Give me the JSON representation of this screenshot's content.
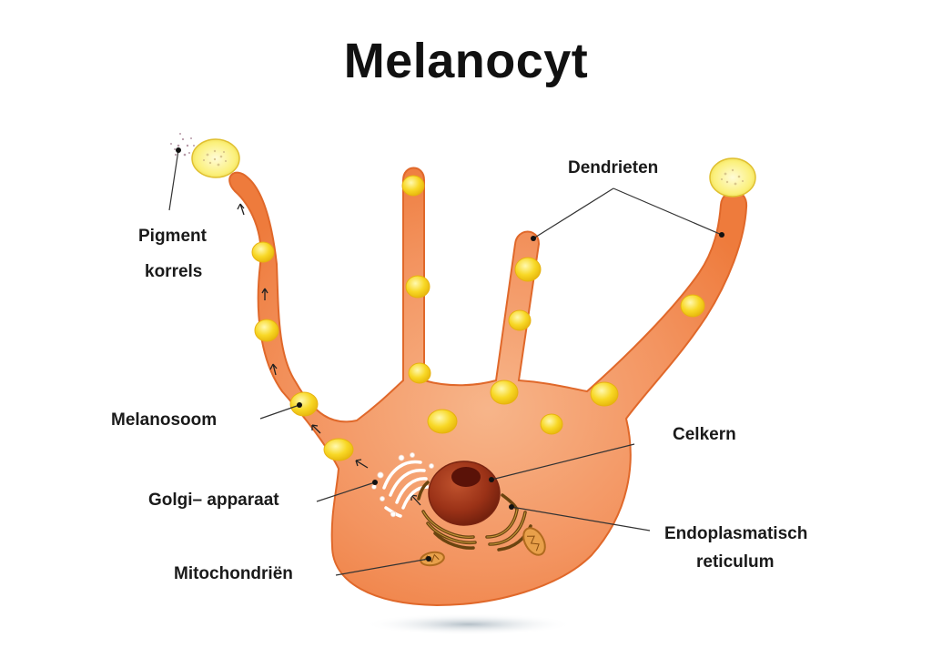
{
  "title": "Melanocyt",
  "labels": {
    "dendrieten": "Dendrieten",
    "pigment_line1": "Pigment",
    "pigment_line2": "korrels",
    "melanosoom": "Melanosoom",
    "celkern": "Celkern",
    "golgi": "Golgi– apparaat",
    "er_line1": "Endoplasmatisch",
    "er_line2": "reticulum",
    "mitochondrien": "Mitochondriën"
  },
  "colors": {
    "cell_body": "#f28a4f",
    "cell_outline": "#e06a2a",
    "melanosome": "#f7d21c",
    "nucleus": "#8e2a14",
    "nucleolus": "#5a1208",
    "er": "#6b4410",
    "leader_line": "#333333"
  }
}
